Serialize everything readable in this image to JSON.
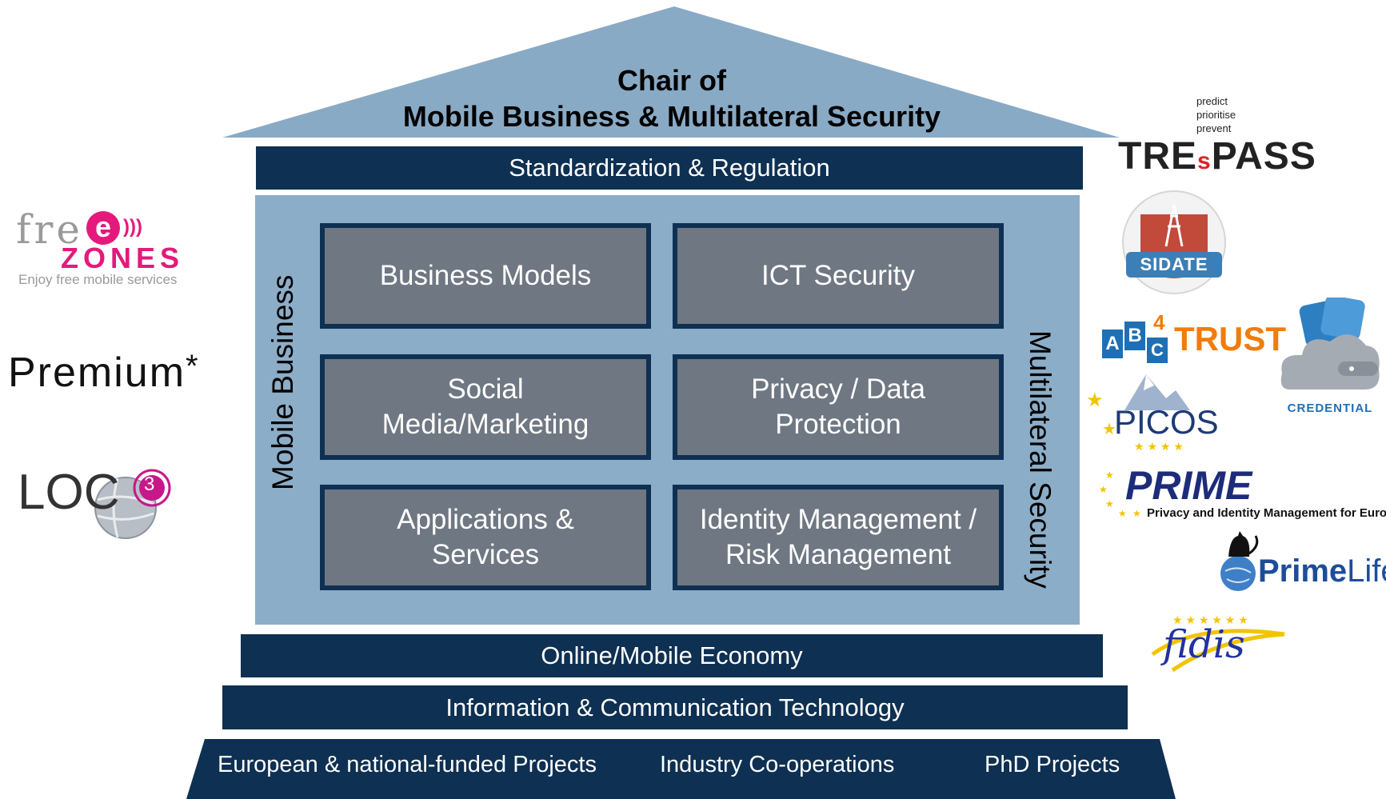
{
  "title": {
    "line1": "Chair of",
    "line2": "Mobile Business & Multilateral Security"
  },
  "top_bar": "Standardization & Regulation",
  "side_labels": {
    "left": "Mobile Business",
    "right": "Multilateral Security"
  },
  "boxes": [
    {
      "text": "Business Models"
    },
    {
      "text": "ICT Security"
    },
    {
      "line1": "Social",
      "line2": "Media/Marketing"
    },
    {
      "line1": "Privacy / Data",
      "line2": "Protection"
    },
    {
      "line1": "Applications &",
      "line2": "Services"
    },
    {
      "line1": "Identity Management /",
      "line2": "Risk Management"
    }
  ],
  "economy_bar": "Online/Mobile Economy",
  "ict_bar": "Information & Communication Technology",
  "foundation": [
    "European & national-funded Projects",
    "Industry Co-operations",
    "PhD Projects"
  ],
  "left_logos": {
    "freezones": {
      "top": "fre",
      "e": "e",
      "zones": "ZONES",
      "tagline": "Enjoy free mobile services"
    },
    "premium": {
      "text": "Premium",
      "star": "*"
    },
    "loc3": {
      "text": "LOC",
      "sup": "3"
    }
  },
  "right_logos": {
    "trespass": {
      "tagline": [
        "predict",
        "prioritise",
        "prevent"
      ],
      "pre": "TRE",
      "s": "s",
      "post": "PASS"
    },
    "sidate": "SIDATE",
    "abc4trust": {
      "a": "A",
      "b": "B",
      "c": "C",
      "four": "4",
      "trust": "TRUST"
    },
    "credential": "CREDENTIAL",
    "picos": "PICOS",
    "prime": {
      "name": "PRIME",
      "sub": "Privacy and Identity Management for Europe"
    },
    "primelife": {
      "bold": "Prime",
      "rest": "Life"
    },
    "fidis": "fidis"
  },
  "colors": {
    "roof": "#89aac5",
    "dark_navy": "#0e3052",
    "panel": "#8cadc7",
    "box_fill": "#6f7782"
  }
}
